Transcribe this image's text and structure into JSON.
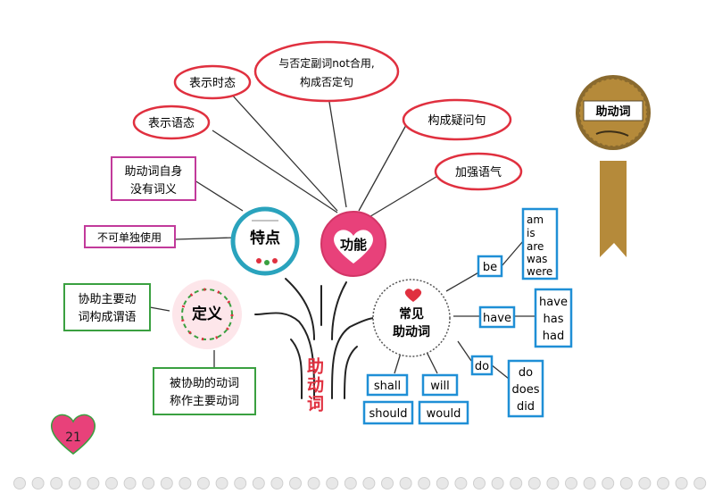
{
  "trunk_label": "助动词",
  "nodes": {
    "features": "特点",
    "functions": "功能",
    "definition": "定义",
    "common": "常见助动词"
  },
  "feature_items": [
    "助动词自身没有词义",
    "不可单独使用"
  ],
  "function_items": [
    "表示语态",
    "表示时态",
    "与否定副词not合用,构成否定句",
    "构成疑问句",
    "加强语气"
  ],
  "definition_items": [
    "协助主要动词构成谓语",
    "被协助的动词称作主要动词"
  ],
  "be_group": {
    "word": "be",
    "forms": [
      "am",
      "is",
      "are",
      "was",
      "were"
    ]
  },
  "have_group": {
    "word": "have",
    "forms": [
      "have",
      "has",
      "had"
    ]
  },
  "do_group": {
    "word": "do",
    "forms": [
      "do",
      "does",
      "did"
    ]
  },
  "modal_pairs": [
    {
      "base": "shall",
      "past": "should"
    },
    {
      "base": "will",
      "past": "would"
    }
  ],
  "badge_text": "助动词",
  "page_number": "21",
  "colors": {
    "teal": "#2aa3bd",
    "pink": "#e8417a",
    "red": "#e0303f",
    "green": "#3aa040",
    "blue": "#1f8fd6",
    "magenta": "#c23a9b",
    "gold": "#b58a3a"
  }
}
